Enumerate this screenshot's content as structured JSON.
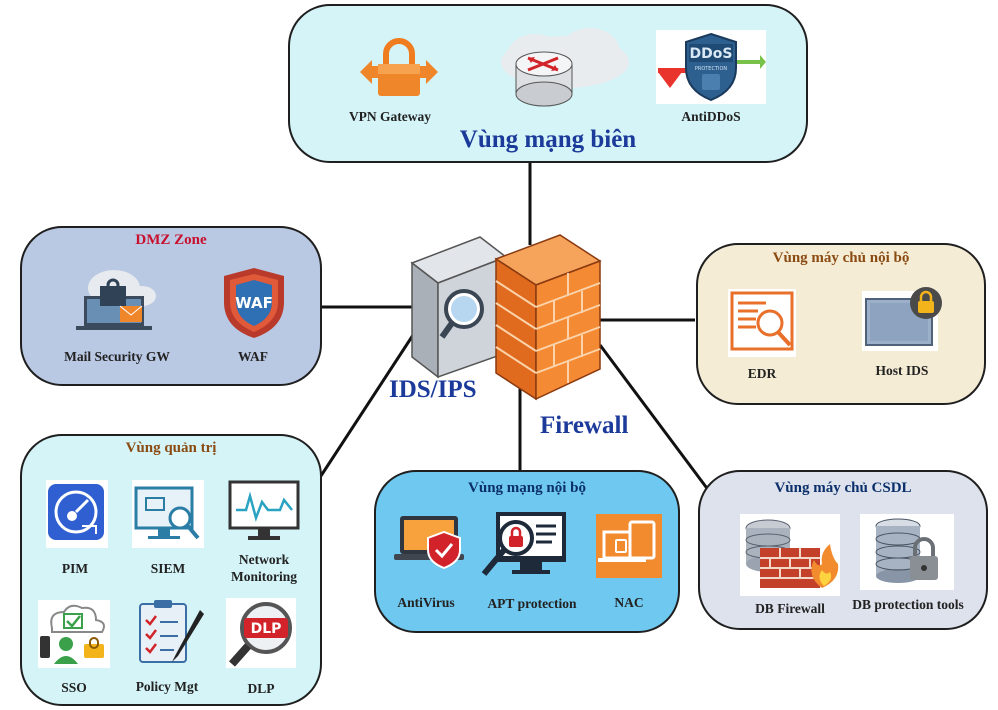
{
  "center": {
    "ids_label": "IDS/IPS",
    "firewall_label": "Firewall"
  },
  "zones": {
    "border": {
      "title": "Vùng mạng biên",
      "items": [
        "VPN Gateway",
        "AntiDDoS"
      ],
      "ddos_text": "DDoS",
      "ddos_sub": "PROTECTION"
    },
    "dmz": {
      "title": "DMZ Zone",
      "items": [
        "Mail Security GW",
        "WAF"
      ],
      "waf_text": "WAF"
    },
    "internal_servers": {
      "title": "Vùng máy chủ nội bộ",
      "items": [
        "EDR",
        "Host IDS"
      ]
    },
    "management": {
      "title": "Vùng quản trị",
      "items": [
        "PIM",
        "SIEM",
        "Network Monitoring",
        "SSO",
        "Policy Mgt",
        "DLP"
      ],
      "dlp_text": "DLP"
    },
    "internal_network": {
      "title": "Vùng mạng nội bộ",
      "items": [
        "AntiVirus",
        "APT protection",
        "NAC"
      ]
    },
    "db_servers": {
      "title": "Vùng máy chủ CSDL",
      "items": [
        "DB Firewall",
        "DB protection tools"
      ]
    }
  },
  "colors": {
    "zone_cyan": "#d4f4f8",
    "zone_dmz": "#b9c8e3",
    "zone_beige": "#f5ecd5",
    "zone_internal": "#6fc8ef",
    "zone_db": "#dde2ec",
    "title_blue": "#1b3a9a",
    "title_red": "#c8102e",
    "title_brown": "#8a4b12",
    "title_dark_blue": "#0b2f6b",
    "accent_orange": "#f28a2e"
  }
}
